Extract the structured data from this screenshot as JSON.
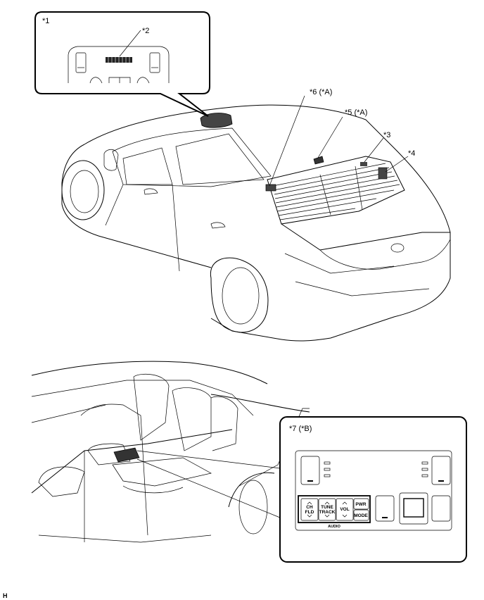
{
  "callouts": {
    "c1": "*1",
    "c2": "*2",
    "c3": "*3",
    "c4": "*4",
    "c5": "*5 (*A)",
    "c6": "*6 (*A)",
    "c7": "*7 (*B)"
  },
  "panel": {
    "ch_line1": "CH",
    "ch_line2": "FLD",
    "tune_line1": "TUNE",
    "tune_line2": "TRACK",
    "vol": "VOL",
    "pwr": "PWR",
    "mode": "MODE",
    "audio": "AUDIO"
  },
  "corner_mark": "H",
  "colors": {
    "line": "#000000",
    "background": "#ffffff",
    "accent_fill": "#333333"
  }
}
